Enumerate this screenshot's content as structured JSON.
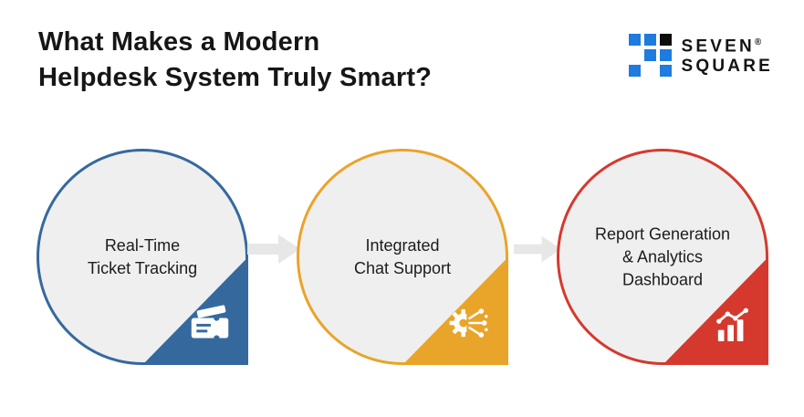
{
  "header": {
    "title_line1": "What Makes a Modern",
    "title_line2": "Helpdesk System Truly Smart?"
  },
  "logo": {
    "word1": "SEVEN",
    "reg_mark": "®",
    "word2": "SQUARE",
    "blue": "#1E7BE0",
    "black": "#0D0D0D"
  },
  "colors": {
    "background": "#FFFFFF",
    "circle_fill": "#EFEFEF",
    "arrow": "#E7E7E7",
    "title_text": "#161616",
    "step_text": "#1C1C1C"
  },
  "steps": [
    {
      "label": "Real-Time\nTicket Tracking",
      "accent": "#35699E",
      "icon": "ticket-icon"
    },
    {
      "label": "Integrated\nChat Support",
      "accent": "#E9A42A",
      "icon": "ai-gear-icon"
    },
    {
      "label": "Report Generation\n& Analytics\nDashboard",
      "accent": "#D5392E",
      "icon": "bar-chart-icon"
    }
  ]
}
